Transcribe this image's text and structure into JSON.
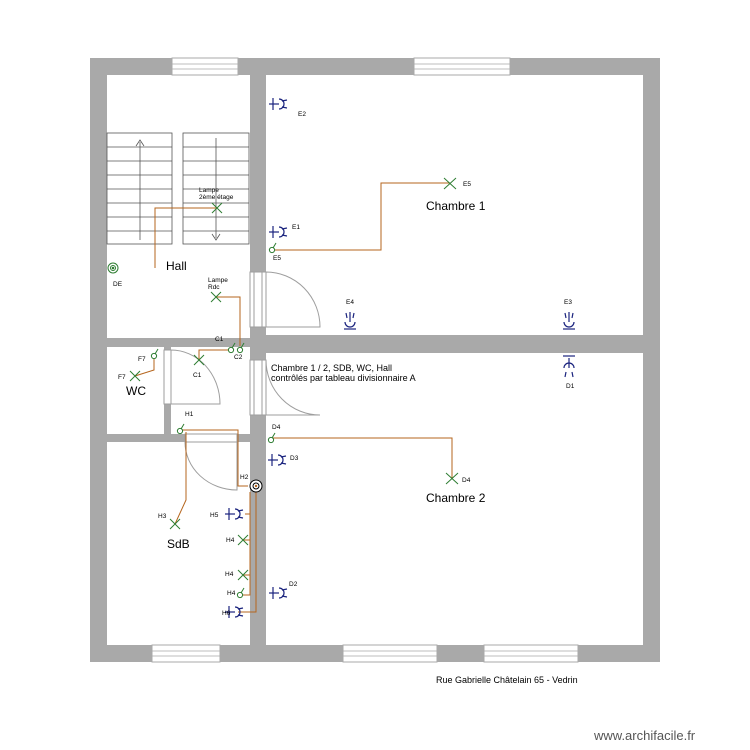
{
  "rooms": {
    "chambre1": "Chambre 1",
    "chambre2": "Chambre 2",
    "hall": "Hall",
    "wc": "WC",
    "sdb": "SdB"
  },
  "notes": {
    "panel_line1": "Chambre 1 / 2, SDB, WC, Hall",
    "panel_line2": "contrôlés par tableau divisionnaire A",
    "lamp_floor2_line1": "Lampe",
    "lamp_floor2_line2": "2ème étage",
    "lamp_rdc_line1": "Lampe",
    "lamp_rdc_line2": "Rdc"
  },
  "points": {
    "E1": "E1",
    "E2": "E2",
    "E3": "E3",
    "E4": "E4",
    "E5": "E5",
    "E5b": "E5",
    "D1": "D1",
    "D2": "D2",
    "D3": "D3",
    "D4": "D4",
    "D4b": "D4",
    "DE": "DE",
    "C1": "C1",
    "C1b": "C1",
    "C2": "C2",
    "F7": "F7",
    "F7b": "F7",
    "H1": "H1",
    "H2": "H2",
    "H3": "H3",
    "H4": "H4",
    "H4b": "H4",
    "H4c": "H4",
    "H5": "H5",
    "H6": "H6"
  },
  "footer": {
    "address": "Rue Gabrielle Châtelain 65 - Vedrin",
    "watermark": "www.archifacile.fr"
  },
  "colors": {
    "wall": "#a9a9a9",
    "wire": "#b5651d",
    "symbol": "#1a237e",
    "switch": "#2e7d32",
    "door": "#9e9e9e"
  }
}
